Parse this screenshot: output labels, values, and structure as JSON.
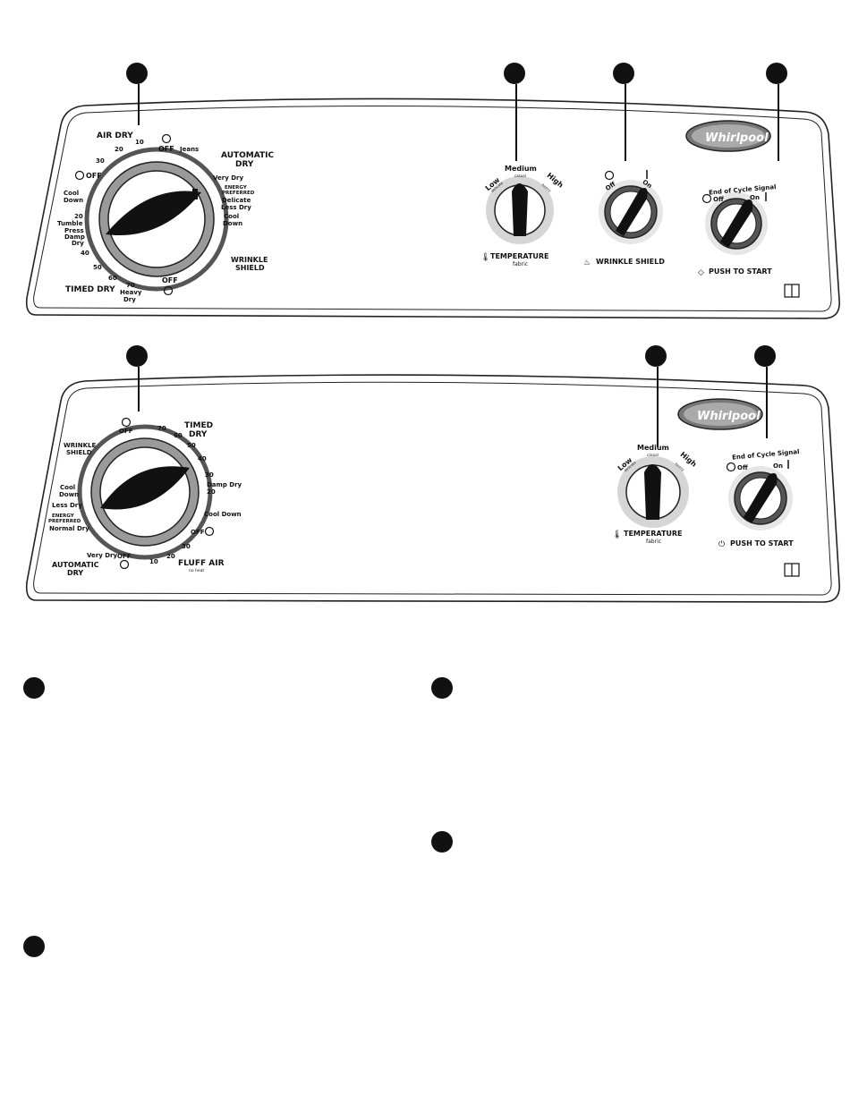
{
  "brand": {
    "name": "Whirlpool"
  },
  "panel_top": {
    "cycle_dial": {
      "air_dry": {
        "title": "AIR DRY",
        "off": "OFF",
        "ticks": [
          "10",
          "20",
          "30"
        ]
      },
      "off_left": "OFF",
      "automatic_dry": {
        "title_line1": "AUTOMATIC",
        "title_line2": "DRY",
        "items": [
          "Jeans",
          "Very Dry",
          "ENERGY",
          "PREFERRED",
          "Delicate",
          "Less Dry",
          "Cool",
          "Down"
        ]
      },
      "wrinkle_shield": {
        "line1": "WRINKLE",
        "line2": "SHIELD",
        "off": "OFF"
      },
      "timed_dry": {
        "title": "TIMED DRY",
        "labels": [
          "Cool",
          "Down",
          "20",
          "Tumble",
          "Press",
          "Damp",
          "Dry",
          "40",
          "50",
          "60",
          "70",
          "Heavy",
          "Dry"
        ]
      }
    },
    "temperature": {
      "low": "Low",
      "low_sub": "delicate",
      "medium": "Medium",
      "medium_sub": "casual",
      "high": "High",
      "high_sub": "heavy",
      "title": "TEMPERATURE",
      "subtitle": "fabric"
    },
    "wrinkle_shield_knob": {
      "off": "Off",
      "on": "On",
      "title": "WRINKLE SHIELD"
    },
    "signal_knob": {
      "title": "End of Cycle Signal",
      "off": "Off",
      "on": "On",
      "push": "PUSH TO START"
    }
  },
  "panel_bottom": {
    "cycle_dial": {
      "off_top": "OFF",
      "timed_dry": {
        "line1": "TIMED",
        "line2": "DRY",
        "ticks": [
          "70",
          "60",
          "50",
          "40",
          "30"
        ]
      },
      "damp_dry": "Damp Dry",
      "damp_min": "20",
      "cool_down": "Cool Down",
      "off_right": "OFF",
      "fluff_air": {
        "title": "FLUFF AIR",
        "sub": "no heat",
        "ticks": [
          "10",
          "20",
          "30"
        ]
      },
      "off_bottom": "OFF",
      "automatic_dry": {
        "line1": "AUTOMATIC",
        "line2": "DRY",
        "items": [
          "Very Dry",
          "Normal Dry",
          "ENERGY",
          "PREFERRED",
          "Less Dry",
          "Cool",
          "Down"
        ]
      },
      "wrinkle_shield": {
        "line1": "WRINKLE",
        "line2": "SHIELD"
      }
    },
    "temperature": {
      "low": "Low",
      "low_sub": "delicate",
      "medium": "Medium",
      "medium_sub": "casual",
      "high": "High",
      "high_sub": "heavy",
      "title": "TEMPERATURE",
      "subtitle": "fabric"
    },
    "signal_knob": {
      "title": "End of Cycle Signal",
      "off": "Off",
      "on": "On",
      "push": "PUSH TO START"
    }
  },
  "colors": {
    "panel_stroke": "#222222",
    "callout": "#111111",
    "ring_dark": "#555555",
    "ring_light": "#c8c8c8"
  }
}
